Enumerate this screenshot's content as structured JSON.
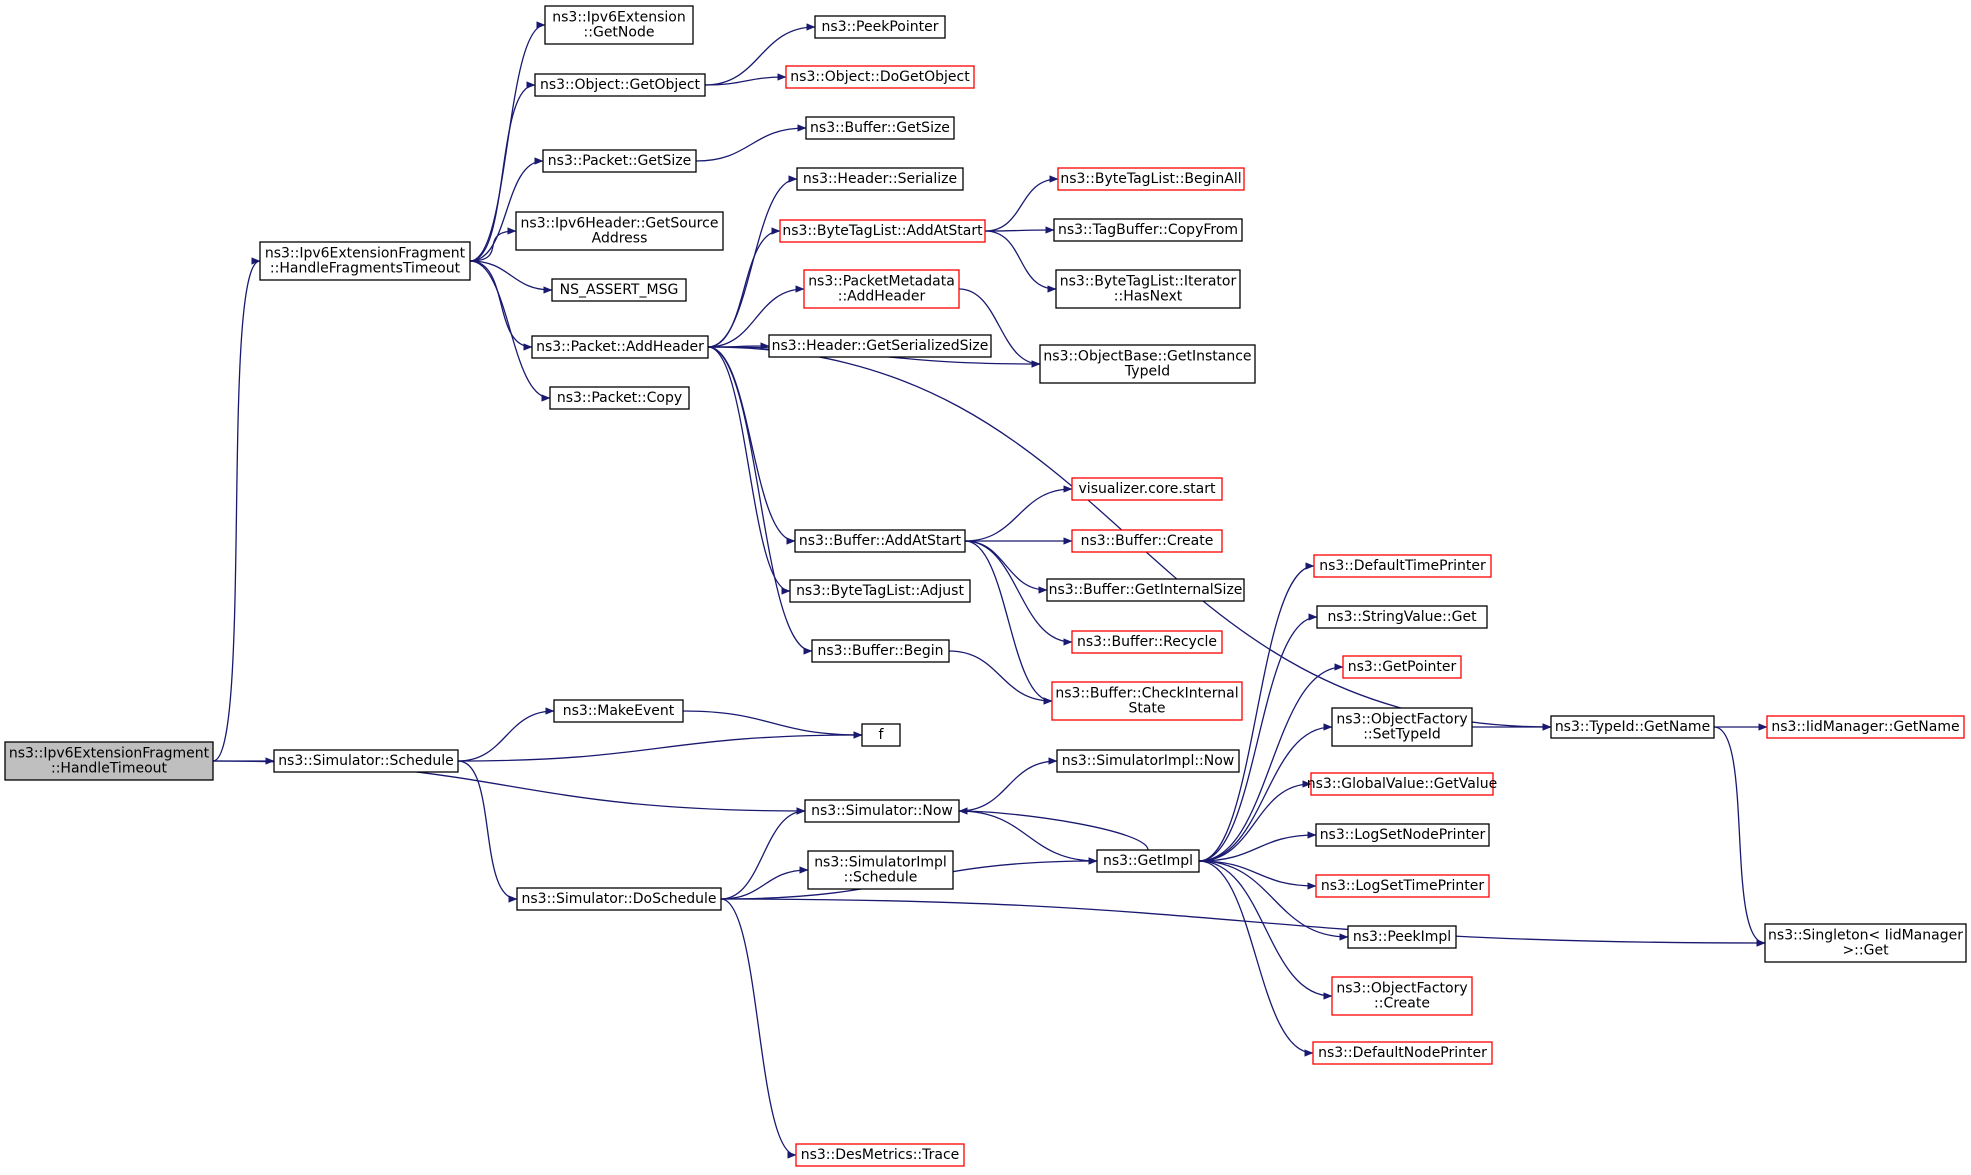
{
  "colors": {
    "edge": "#191970",
    "border_default": "#000000",
    "border_undocumented": "#ff0000",
    "root_fill": "#bfbfbf"
  },
  "nodes": [
    {
      "id": "root",
      "lines": [
        "ns3::Ipv6ExtensionFragment",
        "::HandleTimeout"
      ],
      "style": "root"
    },
    {
      "id": "hft",
      "lines": [
        "ns3::Ipv6ExtensionFragment",
        "::HandleFragmentsTimeout"
      ],
      "style": "black"
    },
    {
      "id": "sched",
      "lines": [
        "ns3::Simulator::Schedule"
      ],
      "style": "black"
    },
    {
      "id": "ipv6getnode",
      "lines": [
        "ns3::Ipv6Extension",
        "::GetNode"
      ],
      "style": "black"
    },
    {
      "id": "getobject",
      "lines": [
        "ns3::Object::GetObject"
      ],
      "style": "black"
    },
    {
      "id": "pktgetsize",
      "lines": [
        "ns3::Packet::GetSize"
      ],
      "style": "black"
    },
    {
      "id": "ipv6hdr",
      "lines": [
        "ns3::Ipv6Header::GetSource",
        "Address"
      ],
      "style": "black"
    },
    {
      "id": "nsassert",
      "lines": [
        "NS_ASSERT_MSG"
      ],
      "style": "black"
    },
    {
      "id": "addheader",
      "lines": [
        "ns3::Packet::AddHeader"
      ],
      "style": "black"
    },
    {
      "id": "pktcopy",
      "lines": [
        "ns3::Packet::Copy"
      ],
      "style": "black"
    },
    {
      "id": "makeevent",
      "lines": [
        "ns3::MakeEvent"
      ],
      "style": "black"
    },
    {
      "id": "f",
      "lines": [
        "f"
      ],
      "style": "black"
    },
    {
      "id": "simnow",
      "lines": [
        "ns3::Simulator::Now"
      ],
      "style": "black"
    },
    {
      "id": "doschedule",
      "lines": [
        "ns3::Simulator::DoSchedule"
      ],
      "style": "black"
    },
    {
      "id": "peekpointer",
      "lines": [
        "ns3::PeekPointer"
      ],
      "style": "black"
    },
    {
      "id": "dogetobject",
      "lines": [
        "ns3::Object::DoGetObject"
      ],
      "style": "red"
    },
    {
      "id": "bufgetsize",
      "lines": [
        "ns3::Buffer::GetSize"
      ],
      "style": "black"
    },
    {
      "id": "hdrserialize",
      "lines": [
        "ns3::Header::Serialize"
      ],
      "style": "black"
    },
    {
      "id": "btladdatstart",
      "lines": [
        "ns3::ByteTagList::AddAtStart"
      ],
      "style": "red"
    },
    {
      "id": "pmaddheader",
      "lines": [
        "ns3::PacketMetadata",
        "::AddHeader"
      ],
      "style": "red"
    },
    {
      "id": "hdrgetss",
      "lines": [
        "ns3::Header::GetSerializedSize"
      ],
      "style": "black"
    },
    {
      "id": "bufaddatstart",
      "lines": [
        "ns3::Buffer::AddAtStart"
      ],
      "style": "black"
    },
    {
      "id": "btladjust",
      "lines": [
        "ns3::ByteTagList::Adjust"
      ],
      "style": "black"
    },
    {
      "id": "bufbegin",
      "lines": [
        "ns3::Buffer::Begin"
      ],
      "style": "black"
    },
    {
      "id": "simimplsched",
      "lines": [
        "ns3::SimulatorImpl",
        "::Schedule"
      ],
      "style": "black"
    },
    {
      "id": "desmetrics",
      "lines": [
        "ns3::DesMetrics::Trace"
      ],
      "style": "red"
    },
    {
      "id": "btlbeginall",
      "lines": [
        "ns3::ByteTagList::BeginAll"
      ],
      "style": "red"
    },
    {
      "id": "tagbufcopy",
      "lines": [
        "ns3::TagBuffer::CopyFrom"
      ],
      "style": "black"
    },
    {
      "id": "btliterhasnext",
      "lines": [
        "ns3::ByteTagList::Iterator",
        "::HasNext"
      ],
      "style": "black"
    },
    {
      "id": "objbasegettid",
      "lines": [
        "ns3::ObjectBase::GetInstance",
        "TypeId"
      ],
      "style": "black"
    },
    {
      "id": "vizcorestart",
      "lines": [
        "visualizer.core.start"
      ],
      "style": "red"
    },
    {
      "id": "bufcreate",
      "lines": [
        "ns3::Buffer::Create"
      ],
      "style": "red"
    },
    {
      "id": "bufgetinternalsize",
      "lines": [
        "ns3::Buffer::GetInternalSize"
      ],
      "style": "black"
    },
    {
      "id": "bufrecycle",
      "lines": [
        "ns3::Buffer::Recycle"
      ],
      "style": "red"
    },
    {
      "id": "bufcheckinternal",
      "lines": [
        "ns3::Buffer::CheckInternal",
        "State"
      ],
      "style": "red"
    },
    {
      "id": "simimplnow",
      "lines": [
        "ns3::SimulatorImpl::Now"
      ],
      "style": "black"
    },
    {
      "id": "getimpl",
      "lines": [
        "ns3::GetImpl"
      ],
      "style": "black"
    },
    {
      "id": "deftimeprinter",
      "lines": [
        "ns3::DefaultTimePrinter"
      ],
      "style": "red"
    },
    {
      "id": "stringvalueget",
      "lines": [
        "ns3::StringValue::Get"
      ],
      "style": "black"
    },
    {
      "id": "getpointer",
      "lines": [
        "ns3::GetPointer"
      ],
      "style": "red"
    },
    {
      "id": "objfactsettypeid",
      "lines": [
        "ns3::ObjectFactory",
        "::SetTypeId"
      ],
      "style": "black"
    },
    {
      "id": "globalvalueget",
      "lines": [
        "ns3::GlobalValue::GetValue"
      ],
      "style": "red"
    },
    {
      "id": "logsetnodeprinter",
      "lines": [
        "ns3::LogSetNodePrinter"
      ],
      "style": "black"
    },
    {
      "id": "logsettimeprinter",
      "lines": [
        "ns3::LogSetTimePrinter"
      ],
      "style": "red"
    },
    {
      "id": "peekimpl",
      "lines": [
        "ns3::PeekImpl"
      ],
      "style": "black"
    },
    {
      "id": "objfactcreate",
      "lines": [
        "ns3::ObjectFactory",
        "::Create"
      ],
      "style": "red"
    },
    {
      "id": "defnodeprinter",
      "lines": [
        "ns3::DefaultNodePrinter"
      ],
      "style": "red"
    },
    {
      "id": "typeidgetname",
      "lines": [
        "ns3::TypeId::GetName"
      ],
      "style": "black"
    },
    {
      "id": "iidmgrgetname",
      "lines": [
        "ns3::IidManager::GetName"
      ],
      "style": "red"
    },
    {
      "id": "singletonget",
      "lines": [
        "ns3::Singleton< IidManager",
        ">::Get"
      ],
      "style": "black"
    }
  ],
  "edges": [
    [
      "root",
      "hft"
    ],
    [
      "root",
      "sched"
    ],
    [
      "root",
      "simnow"
    ],
    [
      "hft",
      "ipv6getnode"
    ],
    [
      "hft",
      "getobject"
    ],
    [
      "hft",
      "pktgetsize"
    ],
    [
      "hft",
      "ipv6hdr"
    ],
    [
      "hft",
      "nsassert"
    ],
    [
      "hft",
      "addheader"
    ],
    [
      "hft",
      "pktcopy"
    ],
    [
      "getobject",
      "peekpointer"
    ],
    [
      "getobject",
      "dogetobject"
    ],
    [
      "pktgetsize",
      "bufgetsize"
    ],
    [
      "addheader",
      "hdrserialize"
    ],
    [
      "addheader",
      "btladdatstart"
    ],
    [
      "addheader",
      "pmaddheader"
    ],
    [
      "addheader",
      "hdrgetss"
    ],
    [
      "addheader",
      "objbasegettid"
    ],
    [
      "addheader",
      "typeidgetname"
    ],
    [
      "addheader",
      "bufaddatstart"
    ],
    [
      "addheader",
      "btladjust"
    ],
    [
      "addheader",
      "bufbegin"
    ],
    [
      "btladdatstart",
      "btlbeginall"
    ],
    [
      "btladdatstart",
      "tagbufcopy"
    ],
    [
      "btladdatstart",
      "btliterhasnext"
    ],
    [
      "pmaddheader",
      "objbasegettid"
    ],
    [
      "bufaddatstart",
      "vizcorestart"
    ],
    [
      "bufaddatstart",
      "bufcreate"
    ],
    [
      "bufaddatstart",
      "bufgetinternalsize"
    ],
    [
      "bufaddatstart",
      "bufrecycle"
    ],
    [
      "bufaddatstart",
      "bufcheckinternal"
    ],
    [
      "bufbegin",
      "bufcheckinternal"
    ],
    [
      "sched",
      "makeevent"
    ],
    [
      "sched",
      "f"
    ],
    [
      "sched",
      "doschedule"
    ],
    [
      "makeevent",
      "f"
    ],
    [
      "simnow",
      "simimplnow"
    ],
    [
      "simnow",
      "getimpl"
    ],
    [
      "doschedule",
      "simnow"
    ],
    [
      "doschedule",
      "simimplsched"
    ],
    [
      "doschedule",
      "getimpl"
    ],
    [
      "doschedule",
      "desmetrics"
    ],
    [
      "doschedule",
      "singletonget"
    ],
    [
      "getimpl",
      "deftimeprinter"
    ],
    [
      "getimpl",
      "stringvalueget"
    ],
    [
      "getimpl",
      "getpointer"
    ],
    [
      "getimpl",
      "objfactsettypeid"
    ],
    [
      "getimpl",
      "globalvalueget"
    ],
    [
      "getimpl",
      "logsetnodeprinter"
    ],
    [
      "getimpl",
      "logsettimeprinter"
    ],
    [
      "getimpl",
      "peekimpl"
    ],
    [
      "getimpl",
      "objfactcreate"
    ],
    [
      "getimpl",
      "defnodeprinter"
    ],
    [
      "getimpl",
      "simnow"
    ],
    [
      "objfactsettypeid",
      "typeidgetname"
    ],
    [
      "typeidgetname",
      "iidmgrgetname"
    ],
    [
      "typeidgetname",
      "singletonget"
    ]
  ]
}
